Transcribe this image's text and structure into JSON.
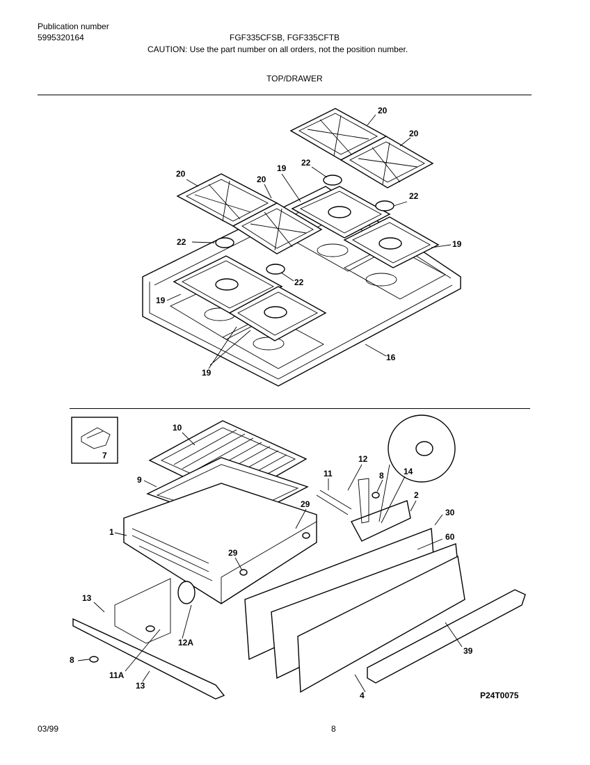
{
  "header": {
    "publication_label": "Publication number",
    "publication_number": "5995320164",
    "models": "FGF335CFSB, FGF335CFTB",
    "caution": "CAUTION:  Use the part number on all orders, not the position number.",
    "section_title": "TOP/DRAWER"
  },
  "footer": {
    "date": "03/99",
    "page": "8",
    "diagram_code": "P24T0075"
  },
  "callouts_top": [
    "20",
    "20",
    "20",
    "20",
    "19",
    "22",
    "22",
    "22",
    "22",
    "19",
    "19",
    "19",
    "16"
  ],
  "callouts_bottom": [
    "10",
    "7",
    "9",
    "1",
    "29",
    "29",
    "13",
    "8",
    "11A",
    "13",
    "12A",
    "11",
    "12",
    "8",
    "14",
    "2",
    "30",
    "60",
    "39",
    "4"
  ]
}
